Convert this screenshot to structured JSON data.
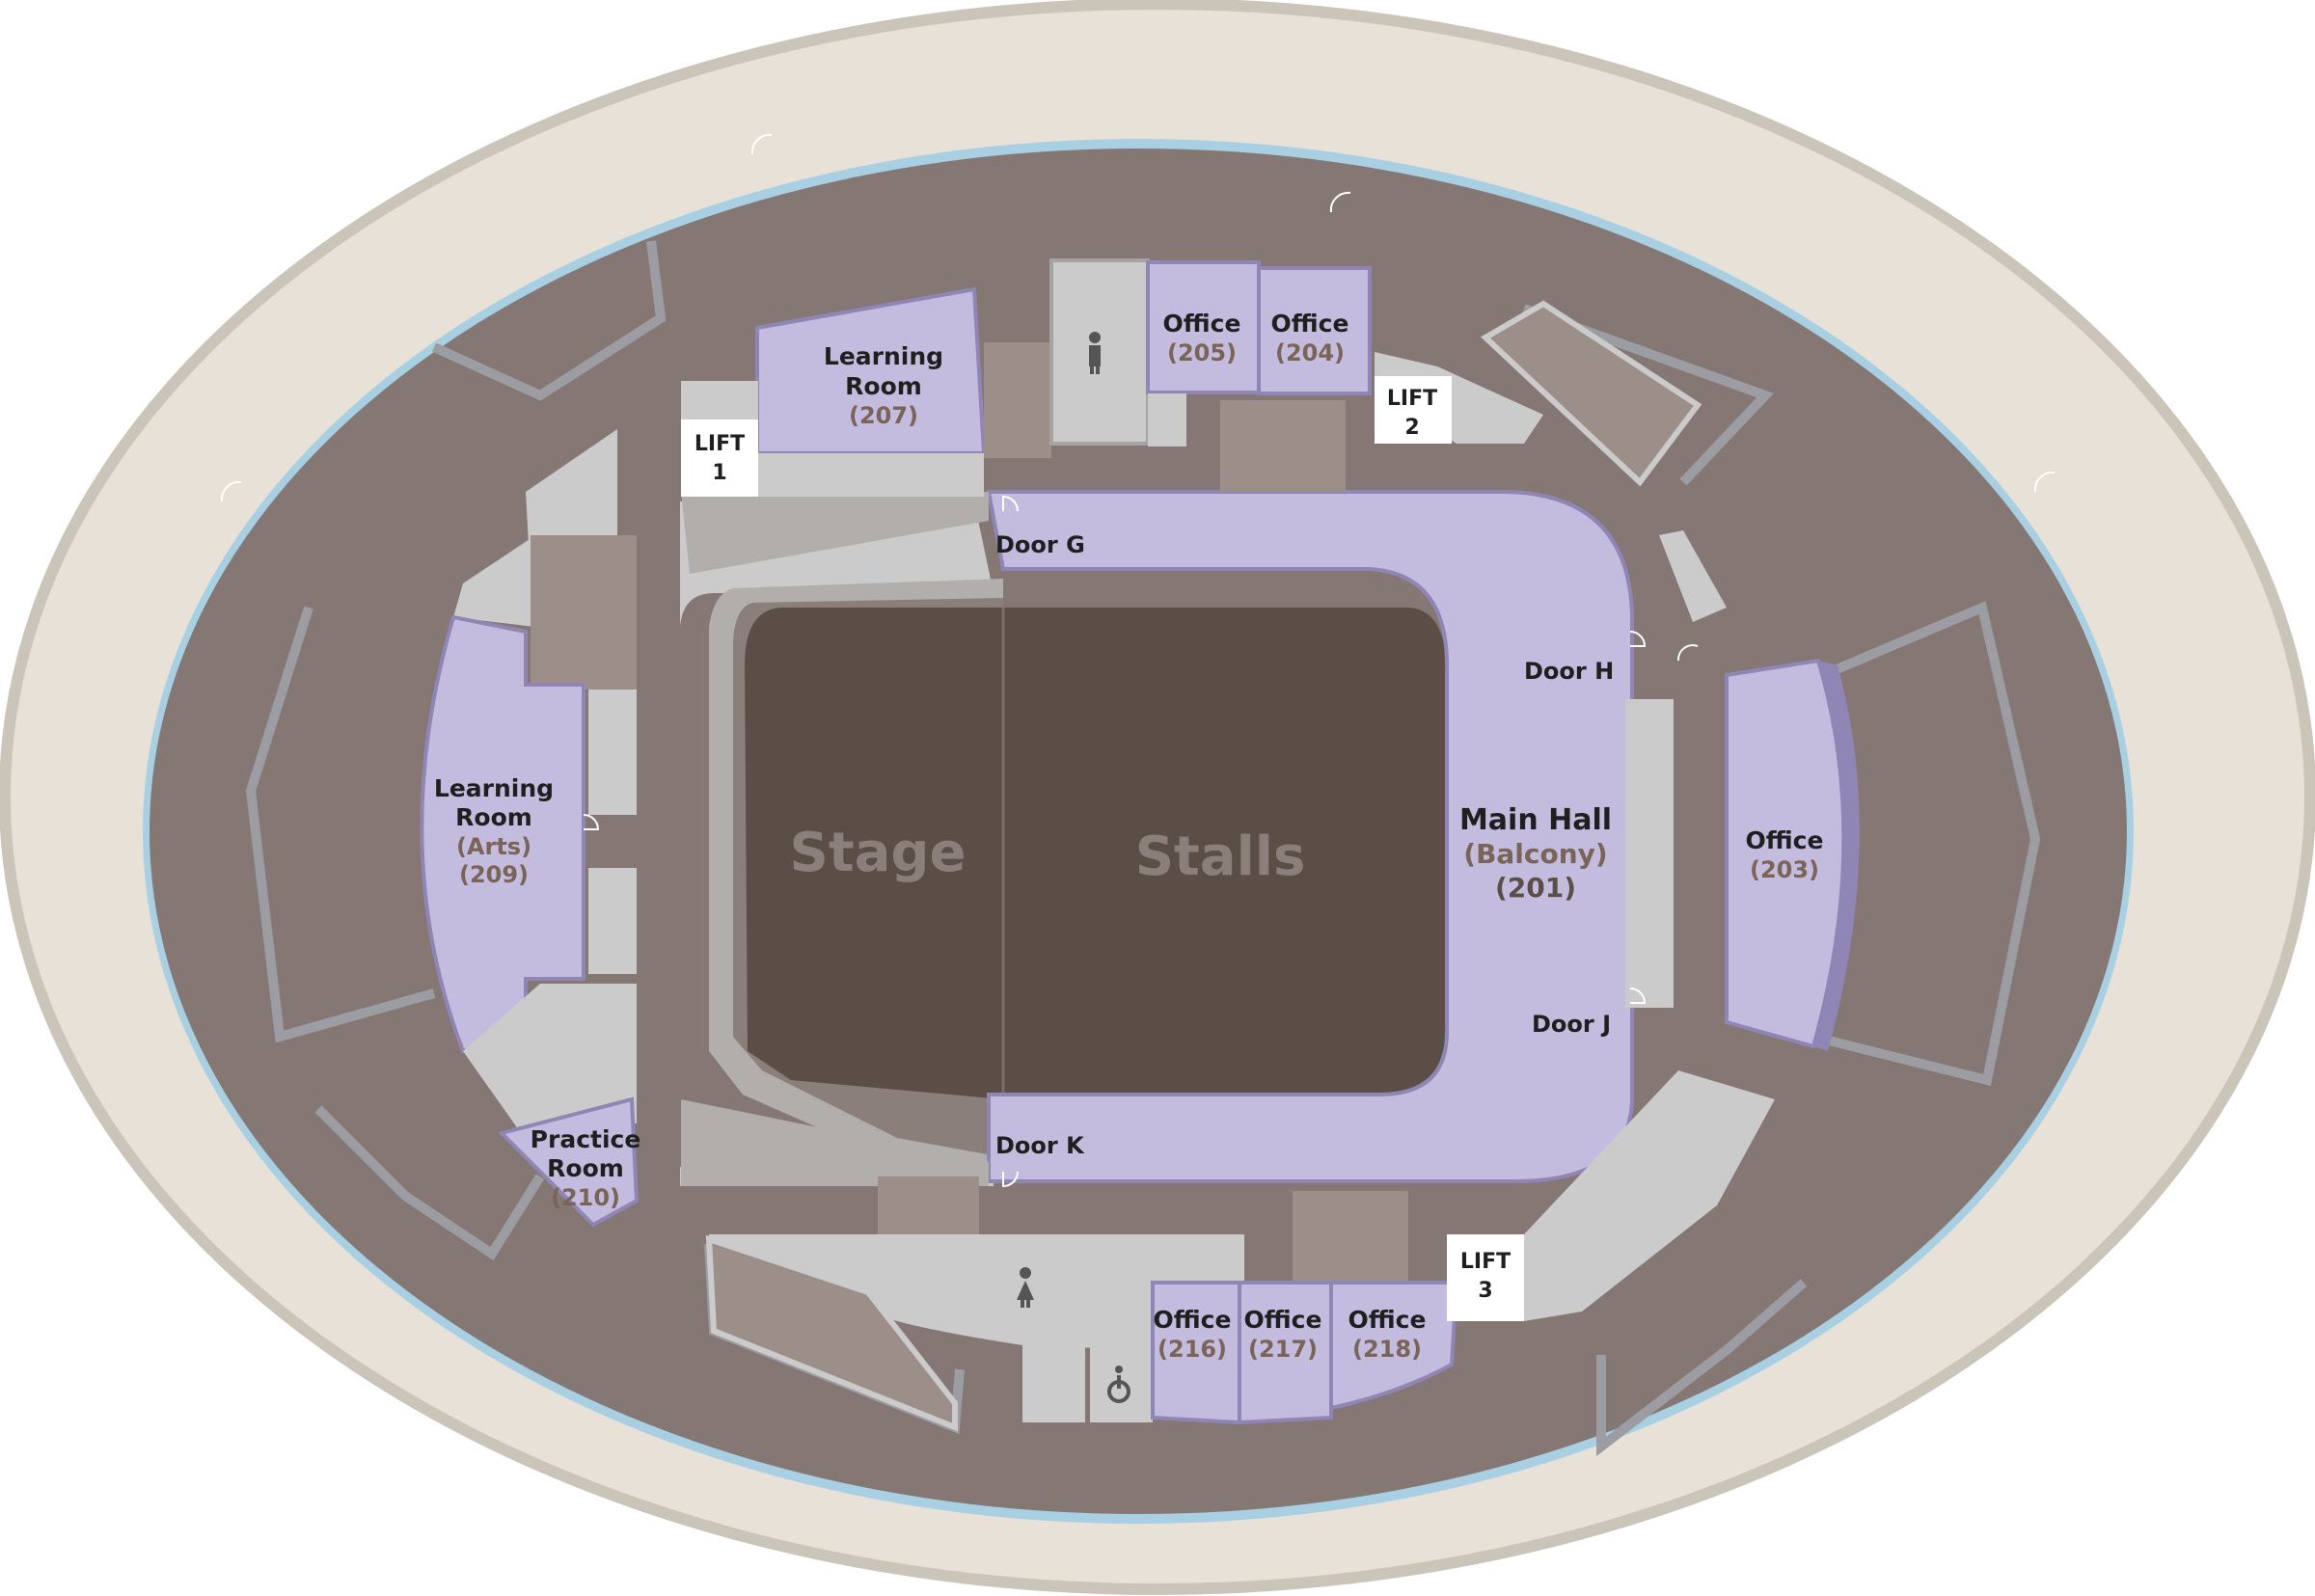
{
  "colors": {
    "outer_ground": "#e7e1d8",
    "outer_rim": "#cbc4b9",
    "glass_ring": "#a9cfe2",
    "floor": "#857774",
    "room": "#c4bcdf",
    "room_side": "#8f86b5",
    "service": "#cbcbcb",
    "service_side": "#a4a4a4",
    "stage_stalls": "#5a4e47",
    "label_number": "#7a6357",
    "big_label": "#8a7f7a"
  },
  "main": {
    "stage": "Stage",
    "stalls": "Stalls",
    "main_hall": {
      "name": "Main Hall",
      "sub": "(Balcony)",
      "num": "(201)"
    }
  },
  "doors": {
    "g": "Door G",
    "h": "Door H",
    "j": "Door J",
    "k": "Door K"
  },
  "rooms": {
    "r207": {
      "line1": "Learning",
      "line2": "Room",
      "num": "(207)"
    },
    "r205": {
      "name": "Office",
      "num": "(205)"
    },
    "r204": {
      "name": "Office",
      "num": "(204)"
    },
    "r203": {
      "name": "Office",
      "num": "(203)"
    },
    "r209": {
      "line1": "Learning",
      "line2": "Room",
      "sub": "(Arts)",
      "num": "(209)"
    },
    "r210": {
      "line1": "Practice",
      "line2": "Room",
      "num": "(210)"
    },
    "r216": {
      "name": "Office",
      "num": "(216)"
    },
    "r217": {
      "name": "Office",
      "num": "(217)"
    },
    "r218": {
      "name": "Office",
      "num": "(218)"
    }
  },
  "lifts": {
    "l1": {
      "label": "LIFT",
      "num": "1"
    },
    "l2": {
      "label": "LIFT",
      "num": "2"
    },
    "l3": {
      "label": "LIFT",
      "num": "3"
    }
  },
  "icons": {
    "toilet_men": "toilet-man-icon",
    "toilet_women": "toilet-woman-icon",
    "accessible": "wheelchair-icon",
    "doors": "door-swing-icon",
    "stairs": "stairs-icon"
  }
}
